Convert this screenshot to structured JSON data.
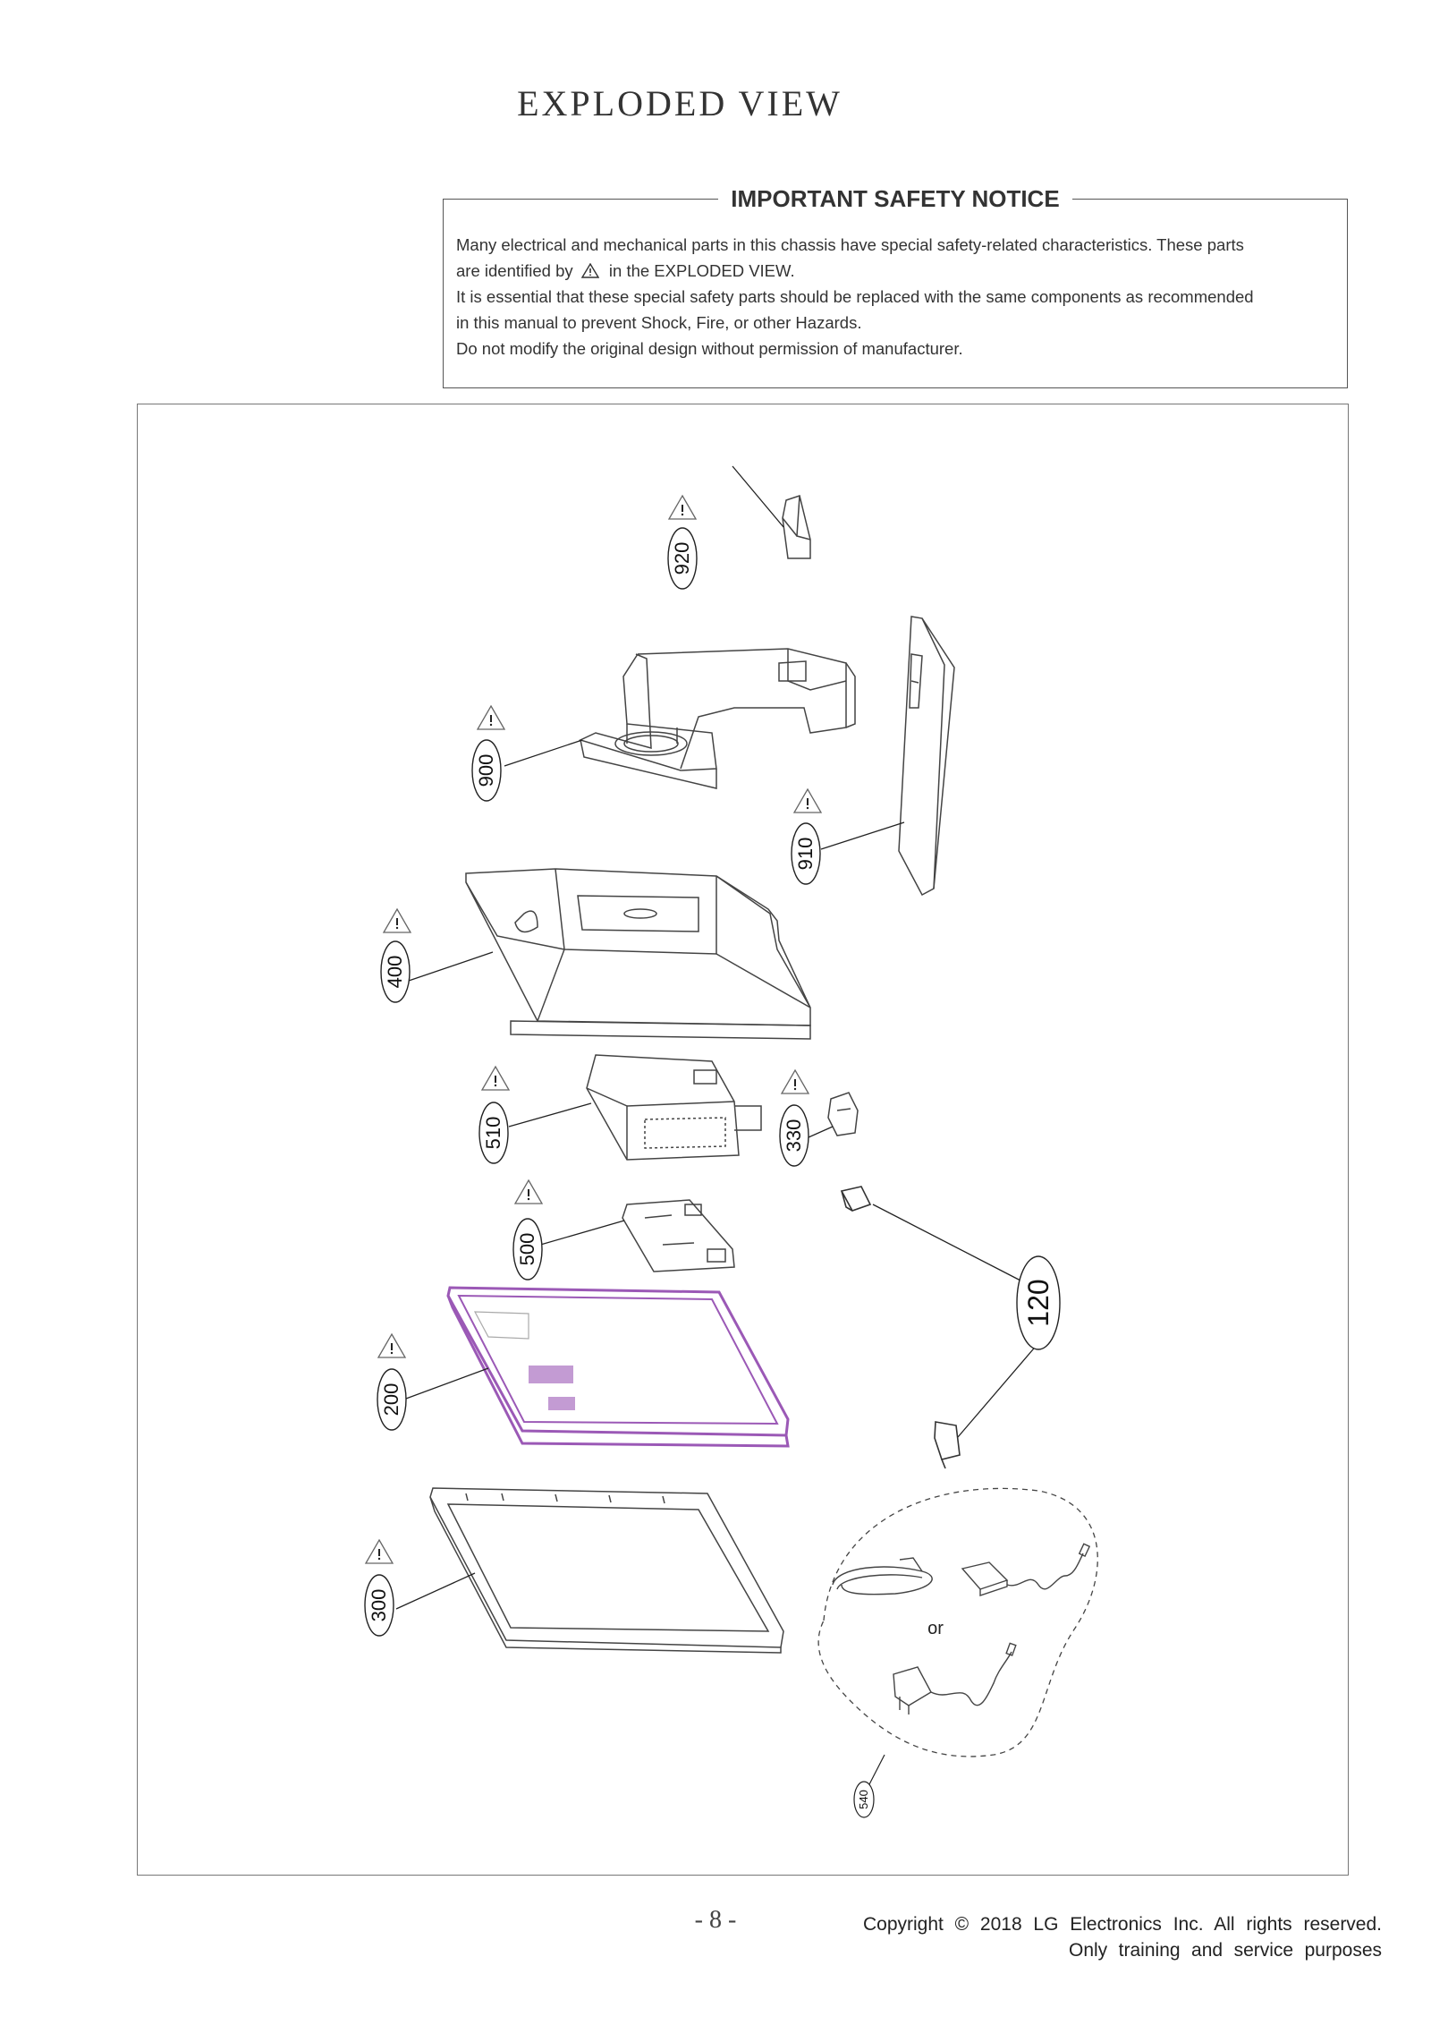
{
  "page": {
    "title": "EXPLODED  VIEW",
    "page_number": "- 8 -"
  },
  "notice": {
    "heading": "IMPORTANT SAFETY NOTICE",
    "line1": "Many electrical and mechanical parts in this chassis have special safety-related characteristics. These parts",
    "line2_prefix": "are identified by",
    "line2_suffix": "in the  EXPLODED VIEW.",
    "line3": "It is essential that these special safety parts should be replaced with the same components as recommended",
    "line4": "in this manual to prevent Shock, Fire, or other Hazards.",
    "line5": "Do not modify the original design without permission of manufacturer."
  },
  "diagram": {
    "parts": [
      {
        "number": "920"
      },
      {
        "number": "900"
      },
      {
        "number": "910"
      },
      {
        "number": "400"
      },
      {
        "number": "510"
      },
      {
        "number": "330"
      },
      {
        "number": "500"
      },
      {
        "number": "120"
      },
      {
        "number": "200"
      },
      {
        "number": "300"
      },
      {
        "number": "540"
      }
    ],
    "alternative_label": "or"
  },
  "footer": {
    "copyright": "Copyright  ©  2018  LG  Electronics  Inc.  All  rights  reserved.",
    "purpose": "Only  training  and  service  purposes"
  }
}
